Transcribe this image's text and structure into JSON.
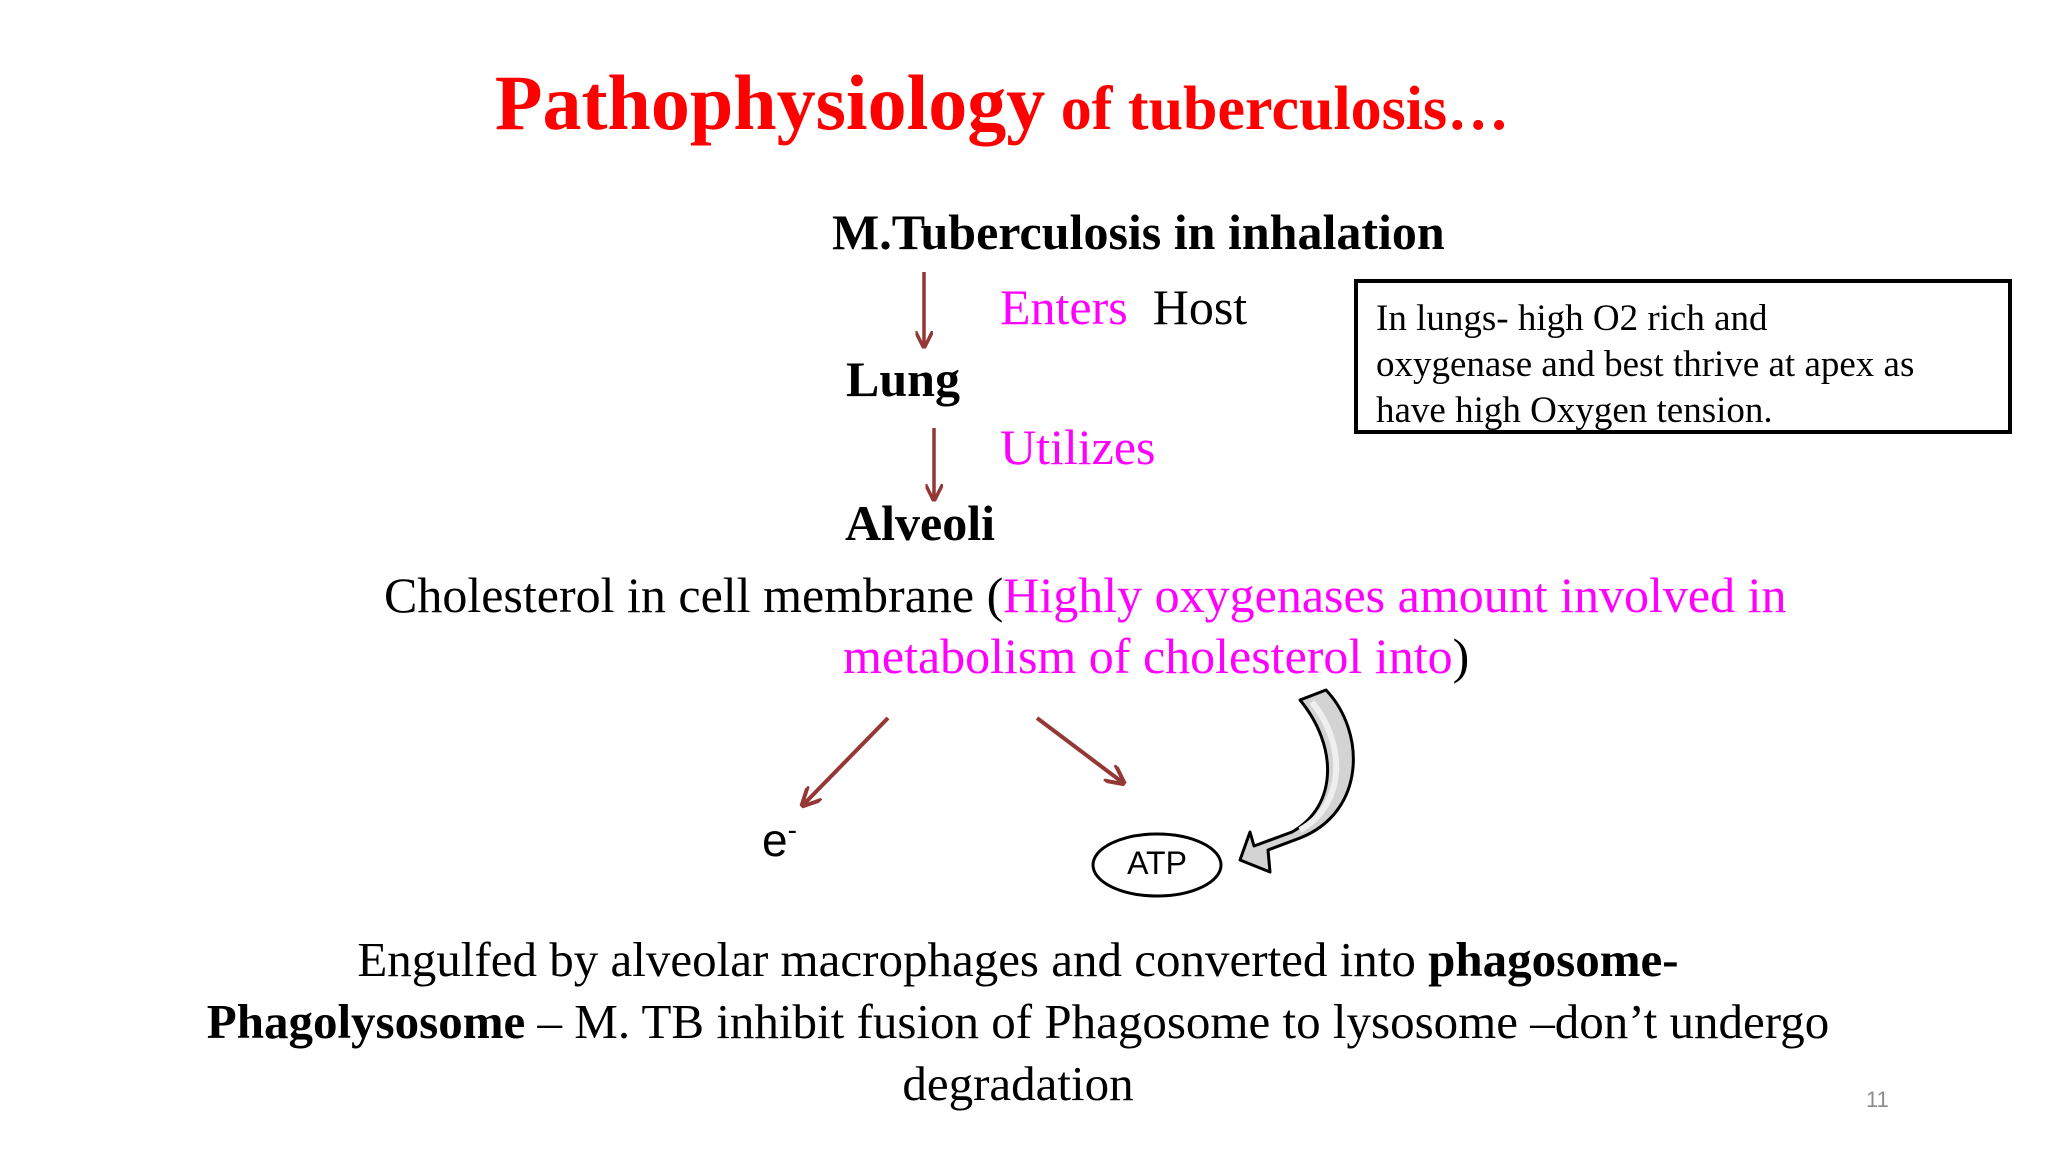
{
  "slide": {
    "title_part1": "Pathophysiology",
    "title_part2": " of tuberculosis…",
    "flow": {
      "step1": "M.Tuberculosis  in inhalation",
      "arrow1_label_colored": "Enters",
      "arrow1_label_plain": "Host",
      "step2": "Lung",
      "arrow2_label": "Utilizes",
      "step3": "Alveoli"
    },
    "cholesterol_line": {
      "prefix": "Cholesterol in cell membrane (",
      "highlight1": "Highly oxygenases amount involved in",
      "highlight2": "metabolism of cholesterol into",
      "suffix": ")"
    },
    "outputs": {
      "electron_base": "e",
      "electron_sup": "-",
      "atp": "ATP"
    },
    "note": {
      "line1": "In  lungs- high O2 rich and",
      "line2": "oxygenase and best thrive  at apex as",
      "line3": "have high Oxygen tension."
    },
    "bottom": {
      "line1_plain": "Engulfed by alveolar macrophages and converted into ",
      "line1_bold": "phagosome-",
      "line2_bold": "Phagolysosome",
      "line2_plain": " – M. TB inhibit fusion of Phagosome to lysosome –don’t undergo",
      "line3": "degradation"
    },
    "page_number": "11",
    "colors": {
      "title": "#ff0000",
      "highlight": "#ff00ff",
      "arrow": "#953735"
    }
  }
}
